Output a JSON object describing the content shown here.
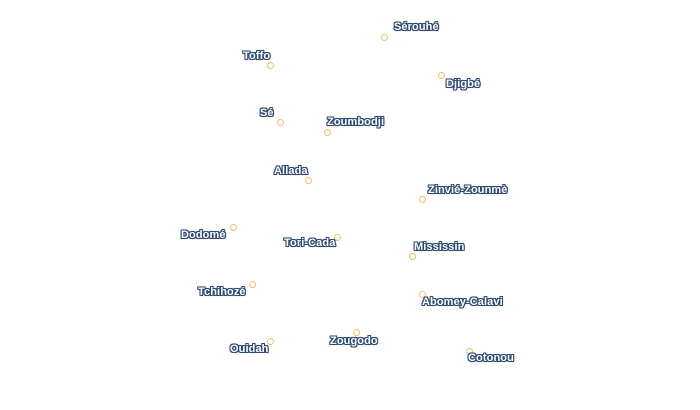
{
  "colors": {
    "label_fill": "#ffffff",
    "label_halo": "#2e4a72",
    "marker": "#e8c46a"
  },
  "places": [
    {
      "id": "serouhe",
      "name": "Sérouhé"
    },
    {
      "id": "toffo",
      "name": "Toffo"
    },
    {
      "id": "djigbe",
      "name": "Djigbé"
    },
    {
      "id": "se",
      "name": "Sé"
    },
    {
      "id": "zoumbodji",
      "name": "Zoumbodji"
    },
    {
      "id": "allada",
      "name": "Allada"
    },
    {
      "id": "zinvie-zounme",
      "name": "Zinvié-Zounmè"
    },
    {
      "id": "dodome",
      "name": "Dodomé"
    },
    {
      "id": "tori-cada",
      "name": "Tori-Cada"
    },
    {
      "id": "mississin",
      "name": "Mississin"
    },
    {
      "id": "tchihoze",
      "name": "Tchihozé"
    },
    {
      "id": "abomey-calavi",
      "name": "Abomey-Calavi"
    },
    {
      "id": "zougodo",
      "name": "Zougodo"
    },
    {
      "id": "ouidah",
      "name": "Ouidah"
    },
    {
      "id": "cotonou",
      "name": "Cotonou"
    }
  ]
}
